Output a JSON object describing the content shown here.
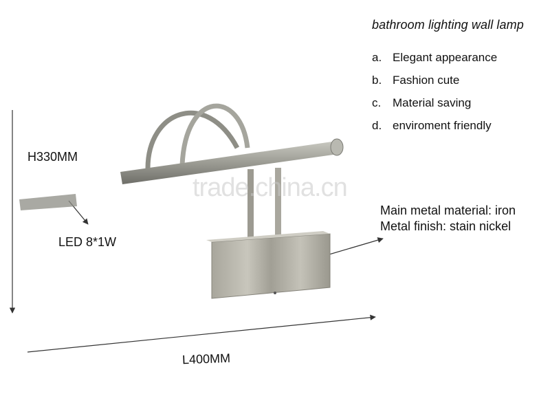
{
  "title": "bathroom lighting wall lamp",
  "features": [
    {
      "letter": "a.",
      "text": "Elegant appearance"
    },
    {
      "letter": "b.",
      "text": "Fashion cute"
    },
    {
      "letter": "c.",
      "text": "Material saving"
    },
    {
      "letter": "d.",
      "text": "enviroment friendly"
    }
  ],
  "dimensions": {
    "height": "H330MM",
    "length": "L400MM"
  },
  "led_label": "LED 8*1W",
  "material": {
    "line1": "Main metal material: iron",
    "line2": "Metal finish: stain nickel"
  },
  "watermark": "trade.china.cn"
}
